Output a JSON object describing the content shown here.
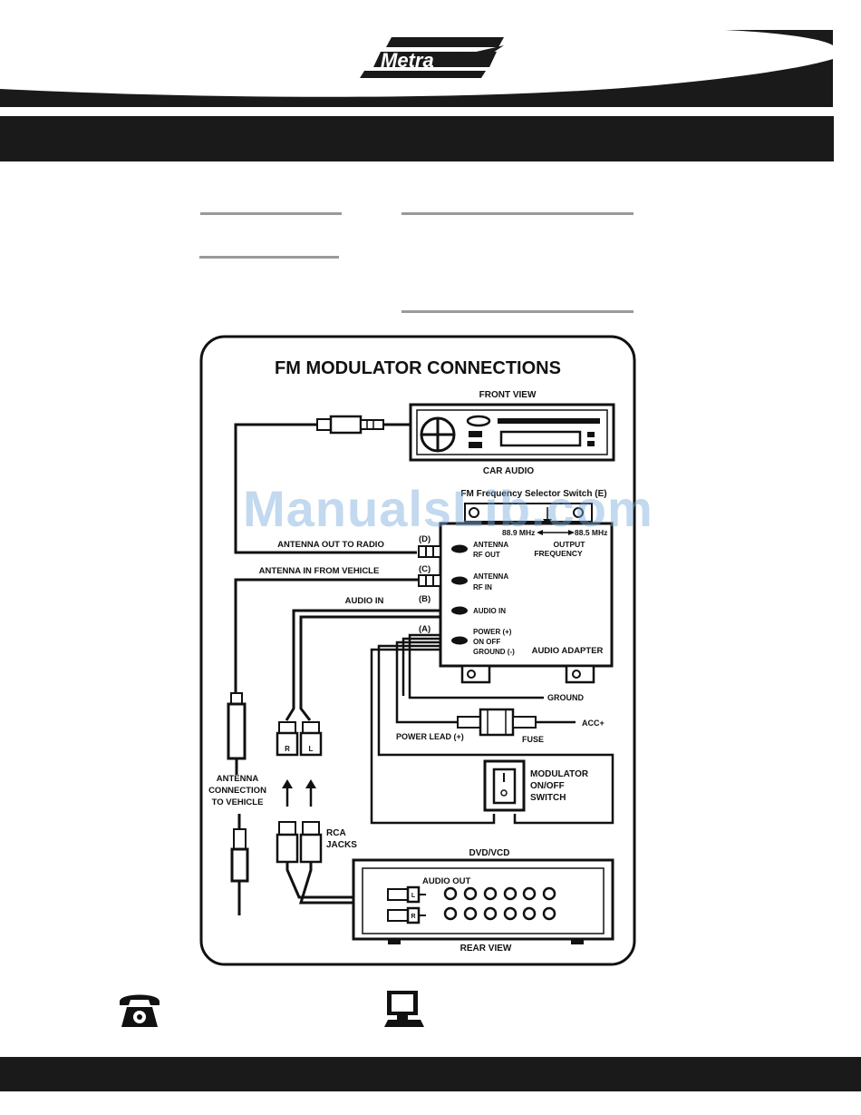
{
  "brand": {
    "logo_text": "Metra"
  },
  "diagram": {
    "title": "FM MODULATOR CONNECTIONS",
    "front_view": "FRONT VIEW",
    "car_audio": "CAR AUDIO",
    "freq_switch": "FM Frequency Selector Switch (E)",
    "freq_a": "88.9 MHz",
    "freq_b": "88.5 MHz",
    "output_frequency_1": "OUTPUT",
    "output_frequency_2": "FREQUENCY",
    "label_d": "(D)",
    "label_c": "(C)",
    "label_b": "(B)",
    "label_a": "(A)",
    "antenna_out_to_radio": "ANTENNA OUT TO RADIO",
    "antenna_in_from_vehicle": "ANTENNA IN FROM VEHICLE",
    "audio_in": "AUDIO IN",
    "port_antenna_rf_out_1": "ANTENNA",
    "port_antenna_rf_out_2": "RF    OUT",
    "port_antenna_rf_in_1": "ANTENNA",
    "port_antenna_rf_in_2": "RF       IN",
    "port_audio_in": "AUDIO IN",
    "port_power_1": "POWER (+)",
    "port_power_2": "ON       OFF",
    "port_power_3": "GROUND (-)",
    "audio_adapter": "AUDIO ADAPTER",
    "ground": "GROUND",
    "power_lead": "POWER LEAD (+)",
    "fuse": "FUSE",
    "acc": "ACC+",
    "modulator_switch_1": "MODULATOR",
    "modulator_switch_2": "ON/OFF",
    "modulator_switch_3": "SWITCH",
    "antenna_connection_1": "ANTENNA",
    "antenna_connection_2": "CONNECTION",
    "antenna_connection_3": "TO VEHICLE",
    "rca_1": "RCA",
    "rca_2": "JACKS",
    "plug_r": "R",
    "plug_l": "L",
    "dvd_vcd": "DVD/VCD",
    "audio_out": "AUDIO OUT",
    "rear_view": "REAR VIEW"
  },
  "watermark": "ManualsLib.com",
  "icons": {
    "phone": "phone-icon",
    "computer": "computer-icon"
  },
  "colors": {
    "bar": "#1a1a1a",
    "rule": "#9a9a9a",
    "watermark": "#78aadc"
  }
}
